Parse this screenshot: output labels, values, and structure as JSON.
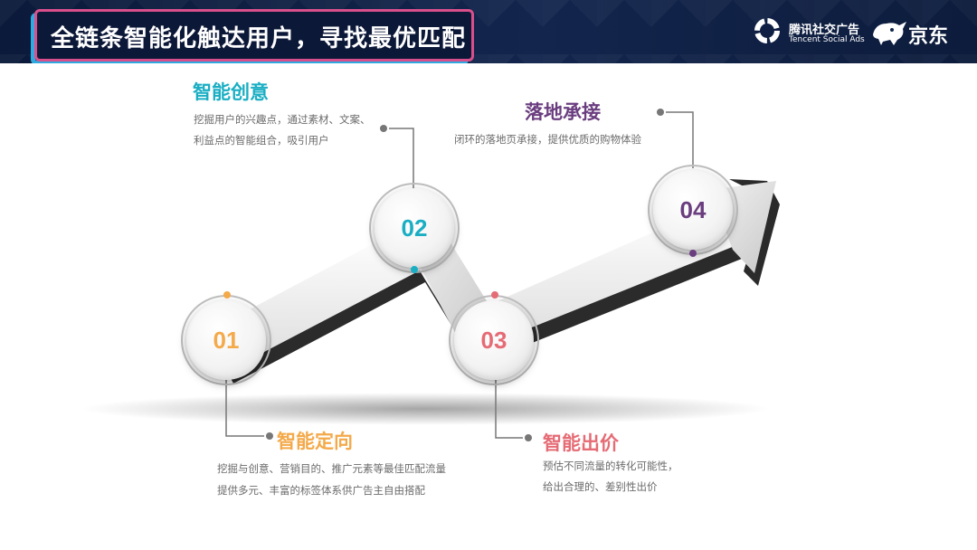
{
  "header": {
    "title": "全链条智能化触达用户，寻找最优匹配",
    "tencent_logo_cn": "腾讯社交广告",
    "tencent_logo_en": "Tencent Social Ads",
    "jd_logo": "京东"
  },
  "steps": [
    {
      "number": "01",
      "heading": "智能定向",
      "lines": [
        "挖掘与创意、营销目的、推广元素等最佳匹配流量",
        "提供多元、丰富的标签体系供广告主自由搭配"
      ],
      "color": "#f4a94a"
    },
    {
      "number": "02",
      "heading": "智能创意",
      "lines": [
        "挖掘用户的兴趣点，通过素材、文案、",
        "利益点的智能组合，吸引用户"
      ],
      "color": "#1aaec3"
    },
    {
      "number": "03",
      "heading": "智能出价",
      "lines": [
        "预估不同流量的转化可能性，",
        "给出合理的、差别性出价"
      ],
      "color": "#e56b75"
    },
    {
      "number": "04",
      "heading": "落地承接",
      "lines": [
        "闭环的落地页承接，提供优质的购物体验"
      ],
      "color": "#6a3d7f"
    }
  ]
}
